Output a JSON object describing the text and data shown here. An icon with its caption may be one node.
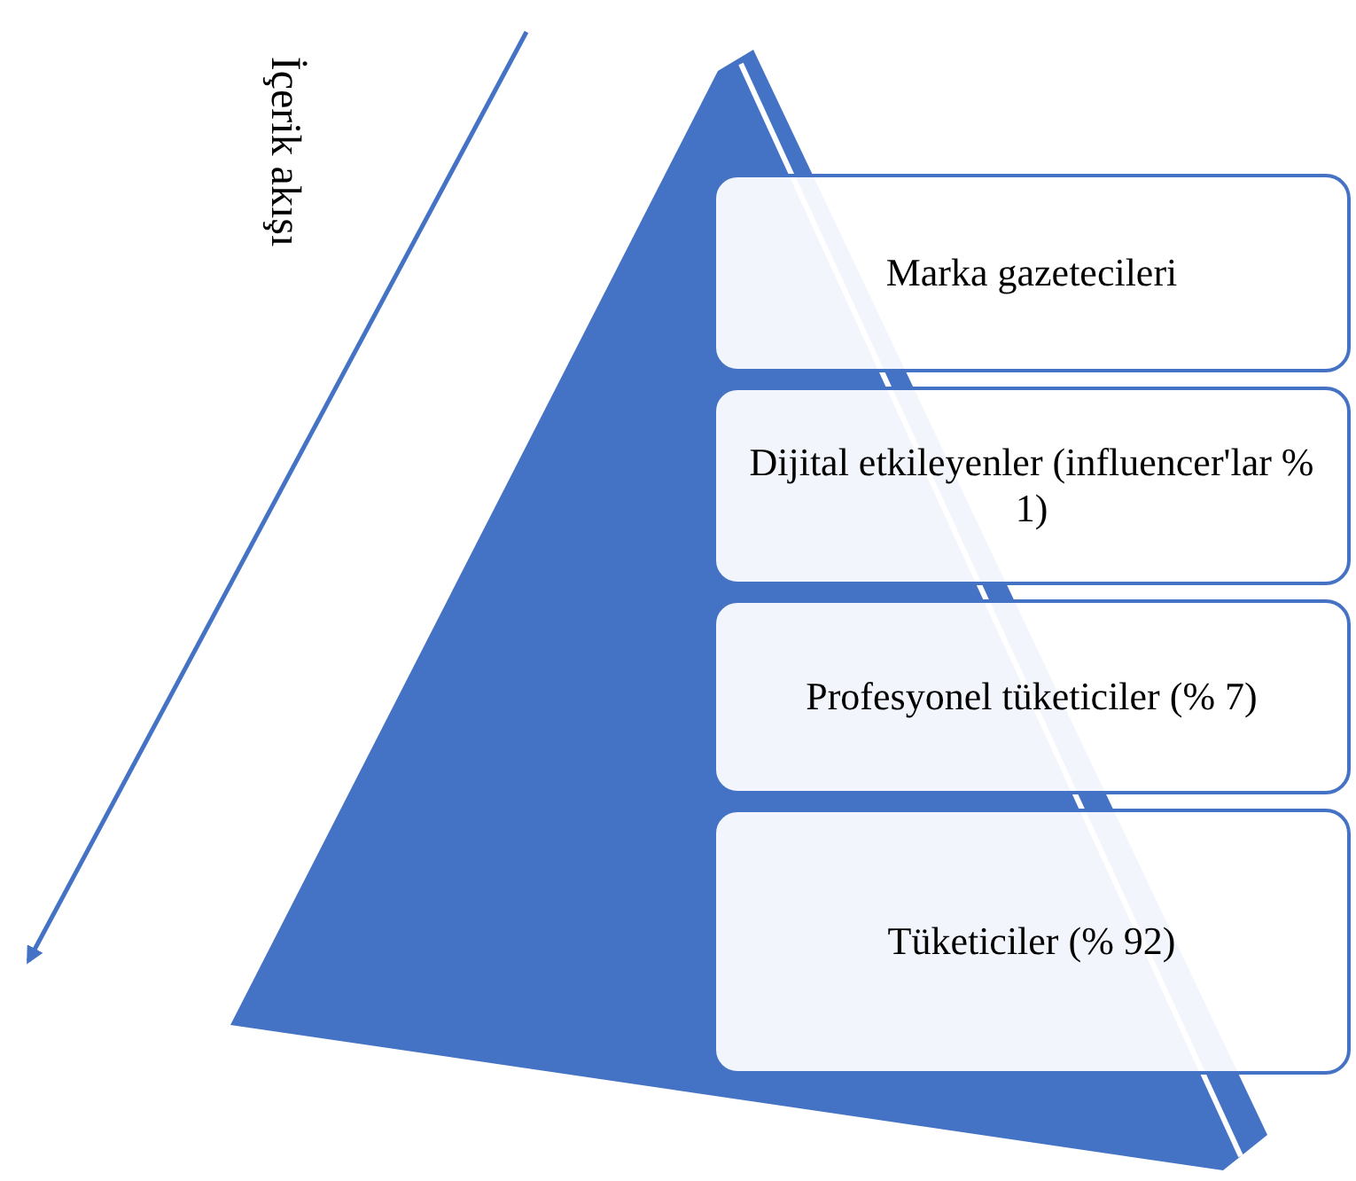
{
  "diagram": {
    "nodes": [
      {
        "text": [
          "Marka gazetecileri"
        ]
      },
      {
        "text": [
          "Dijital etkileyenler (influencer'lar % 1)"
        ]
      },
      {
        "text": [
          "Profesyonel tüketiciler (% 7)"
        ]
      },
      {
        "text": [
          "Tüketiciler (% 92)"
        ]
      }
    ],
    "labels": [
      "İçerik akışı"
    ]
  }
}
